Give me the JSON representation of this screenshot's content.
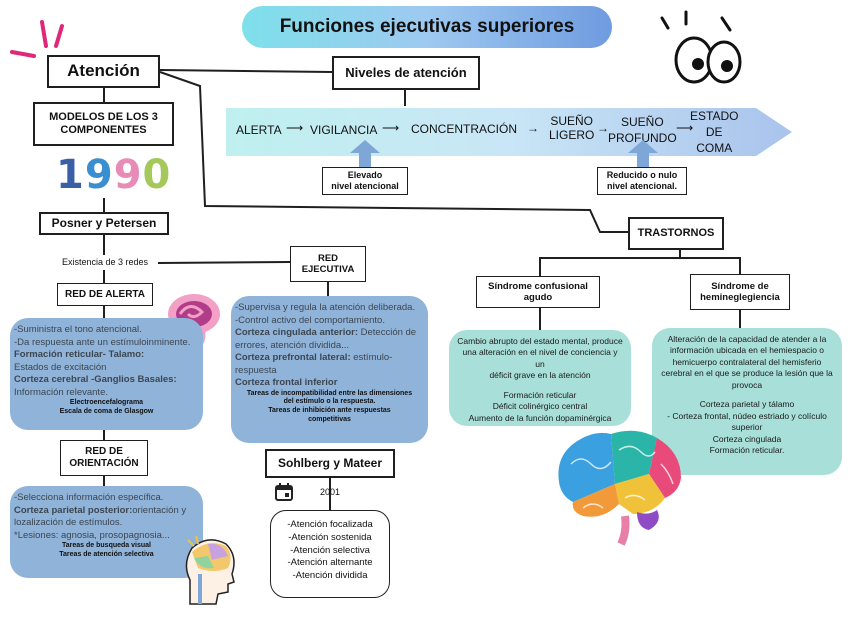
{
  "title": "Funciones  ejecutivas superiores",
  "atencion": "Atención",
  "niveles": "Niveles de atención",
  "levels": {
    "alerta": "ALERTA",
    "vigilancia": "VIGILANCIA",
    "concentracion": "CONCENTRACIÓN",
    "sueno_ligero_1": "SUEÑO",
    "sueno_ligero_2": "LIGERO",
    "sueno_profundo_1": "SUEÑO",
    "sueno_profundo_2": "PROFUNDO",
    "estado_1": "ESTADO",
    "estado_2": "DE",
    "estado_3": "COMA"
  },
  "elevado": [
    "Elevado",
    "nivel atencional"
  ],
  "reducido": [
    "Reducido o nulo",
    "nivel atencional."
  ],
  "modelos": [
    "MODELOS DE LOS 3",
    "COMPONENTES"
  ],
  "year_1990": "1990",
  "posner": "Posner y Petersen",
  "existencia": "Existencia de 3 redes",
  "red_alerta": "RED DE ALERTA",
  "red_alerta_panel": {
    "l1": "-Suministra el tono atencional.",
    "l2": "-Da respuesta ante un estímuloinminente.",
    "l3": "Formación reticular- Talamo:",
    "l4": "Estados de excitación",
    "l5": "Corteza cerebral -Ganglios Basales:",
    "l6": "Información relevante.",
    "t1": "Electroencefalograma",
    "t2": "Escala de coma de Glasgow"
  },
  "red_orientacion": [
    "RED DE",
    "ORIENTACIÓN"
  ],
  "red_orientacion_panel": {
    "l1": "-Selecciona información específica.",
    "l2": "Corteza parietal posterior:",
    "l2b": "orientación y",
    "l3": "lozalización de estímulos.",
    "l4": "*Lesiones: agnosia, prosopagnosia...",
    "t1": "Tareas de busqueda visual",
    "t2": "Tareas de atención selectiva"
  },
  "red_ejecutiva": [
    "RED",
    "EJECUTIVA"
  ],
  "red_ejecutiva_panel": {
    "l1": "-Supervisa y regula la atención deliberada.",
    "l2": "-Control activo del comportamiento.",
    "l3": "Corteza cingulada anterior:",
    "l3b": " Detección de",
    "l4": "errores, atención dividida...",
    "l5": "Corteza prefrontal lateral:",
    "l5b": " estímulo-",
    "l6": "respuesta",
    "l7": "Corteza frontal inferior",
    "t1": "Tareas de incompatibilidad entre las dimensiones",
    "t2": "del estímulo o la respuesta.",
    "t3": "Tareas de inhibición ante respuestas",
    "t4": "competitivas"
  },
  "sohlberg": "Sohlberg y Mateer",
  "year_2001": "2001",
  "sohlberg_list": [
    "-Atención focalizada",
    "-Atención sostenida",
    "-Atención selectiva",
    "-Atención alternante",
    "-Atención dividida"
  ],
  "trastornos": "TRASTORNOS",
  "sindrome_confusional": [
    "Síndrome confusional",
    "agudo"
  ],
  "confusional_panel": {
    "l1": "Cambio abrupto del estado mental, produce",
    "l2": "una alteración en el nivel de conciencia y un",
    "l3": "déficit grave en la atención",
    "l4": "Formación reticular",
    "l5": "Déficit colinérgico central",
    "l6": "Aumento de la función dopaminérgica"
  },
  "sindrome_heminegligencia": [
    "Síndrome de",
    "hemineglegiencia"
  ],
  "heminegligencia_panel": {
    "l1": "Alteración de la capacidad de atender a la",
    "l2": "información ubicada en el hemiespacio o",
    "l3": "hemicuerpo contralateral del hemisferio",
    "l4": "cerebral en el que se produce la lesión que la",
    "l5": "provoca",
    "l6": "Corteza parietal y tálamo",
    "l7": "- Corteza frontal, núdeo estriado y colículo",
    "l8": "superior",
    "l9": "Corteza cingulada",
    "l10": "Formación reticular."
  },
  "colors": {
    "panel_blue": "#8fb3d9",
    "panel_teal": "#a8dfd8",
    "arrow_blue": "#7ea6d6",
    "accent_pink": "#e0287a"
  }
}
